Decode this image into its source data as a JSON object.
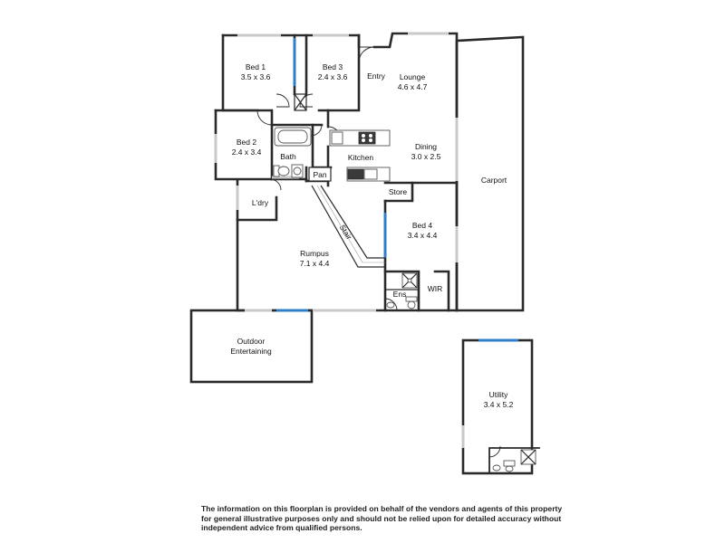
{
  "rooms": {
    "bed1": {
      "name": "Bed 1",
      "dim": "3.5 x 3.6"
    },
    "bed3": {
      "name": "Bed 3",
      "dim": "2.4 x 3.6"
    },
    "entry": {
      "name": "Entry"
    },
    "lounge": {
      "name": "Lounge",
      "dim": "4.6 x 4.7"
    },
    "bed2": {
      "name": "Bed 2",
      "dim": "2.4 x 3.4"
    },
    "bath": {
      "name": "Bath"
    },
    "kitchen": {
      "name": "Kitchen"
    },
    "dining": {
      "name": "Dining",
      "dim": "3.0 x 2.5"
    },
    "pan": {
      "name": "Pan"
    },
    "store": {
      "name": "Store"
    },
    "carport": {
      "name": "Carport"
    },
    "laundry": {
      "name": "L'dry"
    },
    "stair": {
      "name": "Stair"
    },
    "bed4": {
      "name": "Bed 4",
      "dim": "3.4 x 4.4"
    },
    "rumpus": {
      "name": "Rumpus",
      "dim": "7.1 x 4.4"
    },
    "ens": {
      "name": "Ens"
    },
    "wir": {
      "name": "WIR"
    },
    "outdoor": {
      "name": "Outdoor",
      "name2": "Entertaining"
    },
    "utility": {
      "name": "Utility",
      "dim": "3.4 x 5.2"
    }
  },
  "disclaimer": {
    "line1": "The information on this floorplan is provided on behalf of the vendors and agents of this property",
    "line2": "for general illustrative purposes only and should not be relied upon for detailed accuracy without",
    "line3": "independent advice from qualified persons."
  },
  "colors": {
    "wall": "#2a2a2a",
    "window": "#c9c9c9",
    "glass_door": "#2f7fc8"
  }
}
